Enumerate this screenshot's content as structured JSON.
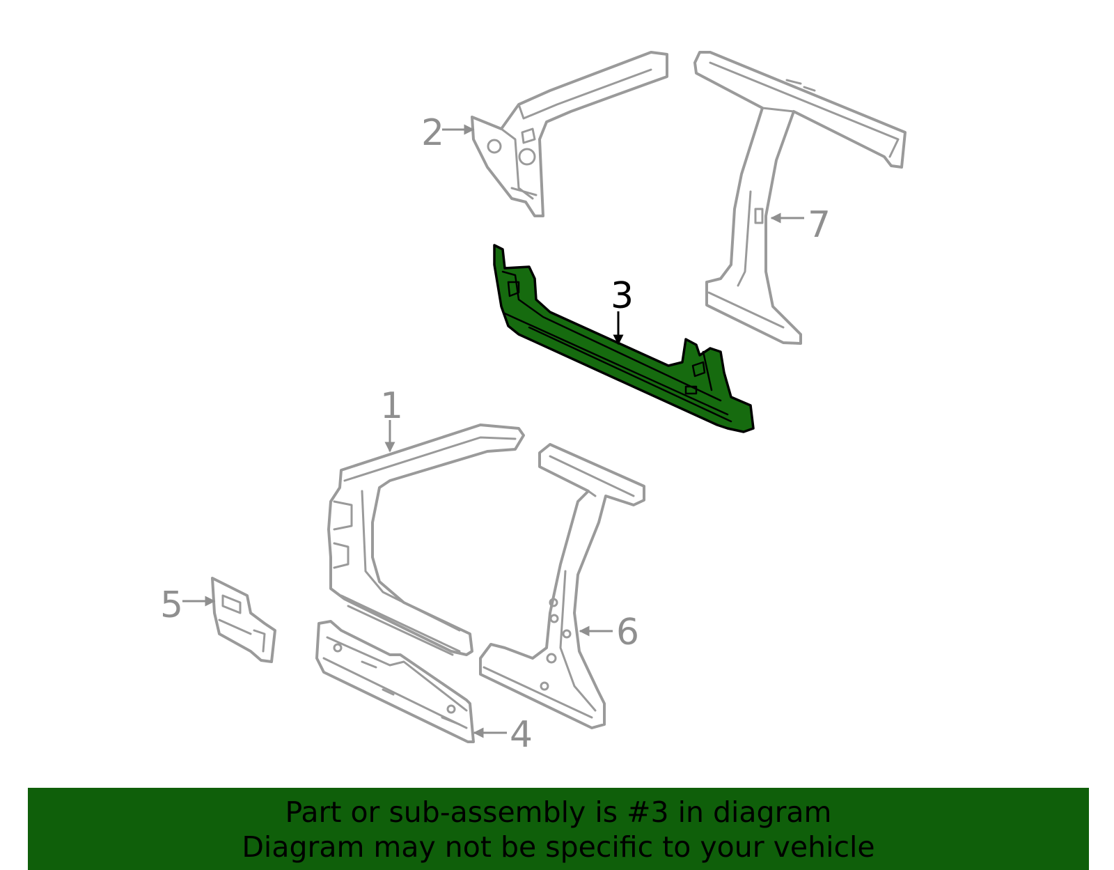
{
  "colors": {
    "banner_background": "#0f5f0a",
    "highlight_fill": "#166b0f",
    "part_outline": "#9a9a9a",
    "callout_gray": "#8f8f8f",
    "callout_highlight": "#000000"
  },
  "diagram": {
    "callouts": [
      {
        "id": "1",
        "label": "1",
        "highlighted": false
      },
      {
        "id": "2",
        "label": "2",
        "highlighted": false
      },
      {
        "id": "3",
        "label": "3",
        "highlighted": true
      },
      {
        "id": "4",
        "label": "4",
        "highlighted": false
      },
      {
        "id": "5",
        "label": "5",
        "highlighted": false
      },
      {
        "id": "6",
        "label": "6",
        "highlighted": false
      },
      {
        "id": "7",
        "label": "7",
        "highlighted": false
      }
    ]
  },
  "banner": {
    "line1": "Part or sub-assembly is #3 in diagram",
    "line2": "Diagram may not be specific to your vehicle"
  }
}
